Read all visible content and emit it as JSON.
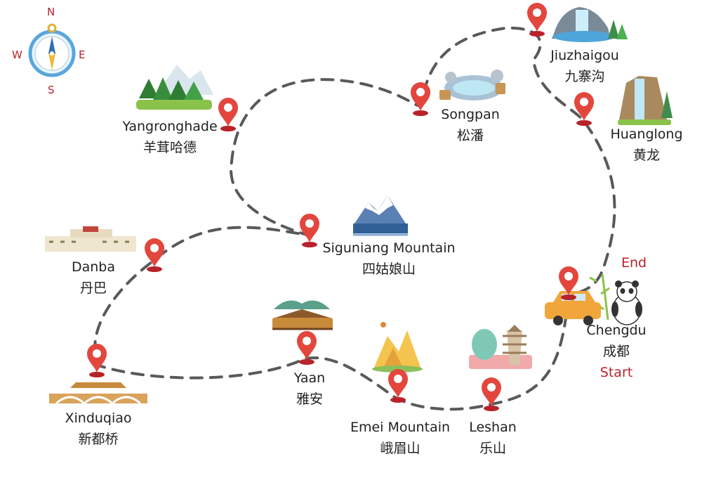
{
  "colors": {
    "route": "#595959",
    "pin": "#e2463d",
    "pin_center": "#ffffff",
    "accent_red": "#b8232b",
    "label": "#222222",
    "compass_ring": "#5aa6dc"
  },
  "compass": {
    "north": "N",
    "south": "S",
    "east": "E",
    "west": "W"
  },
  "markers": {
    "start": "Start",
    "end": "End"
  },
  "places": [
    {
      "id": "chengdu",
      "name_en": "Chengdu",
      "name_cn": "成都",
      "icon": "car-panda-icon"
    },
    {
      "id": "leshan",
      "name_en": "Leshan",
      "name_cn": "乐山",
      "icon": "pagoda-icon"
    },
    {
      "id": "emei",
      "name_en": "Emei Mountain",
      "name_cn": "峨眉山",
      "icon": "golden-peak-icon"
    },
    {
      "id": "yaan",
      "name_en": "Yaan",
      "name_cn": "雅安",
      "icon": "covered-bridge-icon"
    },
    {
      "id": "xinduqiao",
      "name_en": "Xinduqiao",
      "name_cn": "新都桥",
      "icon": "arch-bridge-icon"
    },
    {
      "id": "danba",
      "name_en": "Danba",
      "name_cn": "丹巴",
      "icon": "tibetan-village-icon"
    },
    {
      "id": "siguniang",
      "name_en": "Siguniang Mountain",
      "name_cn": "四姑娘山",
      "icon": "snow-mountain-lake-icon"
    },
    {
      "id": "yangronghade",
      "name_en": "Yangronghade",
      "name_cn": "羊茸哈德",
      "icon": "forest-mountain-icon"
    },
    {
      "id": "songpan",
      "name_en": "Songpan",
      "name_cn": "松潘",
      "icon": "hot-spring-icon"
    },
    {
      "id": "jiuzhaigou",
      "name_en": "Jiuzhaigou",
      "name_cn": "九寨沟",
      "icon": "waterfall-lake-icon"
    },
    {
      "id": "huanglong",
      "name_en": "Huanglong",
      "name_cn": "黄龙",
      "icon": "cliff-waterfall-icon"
    }
  ]
}
